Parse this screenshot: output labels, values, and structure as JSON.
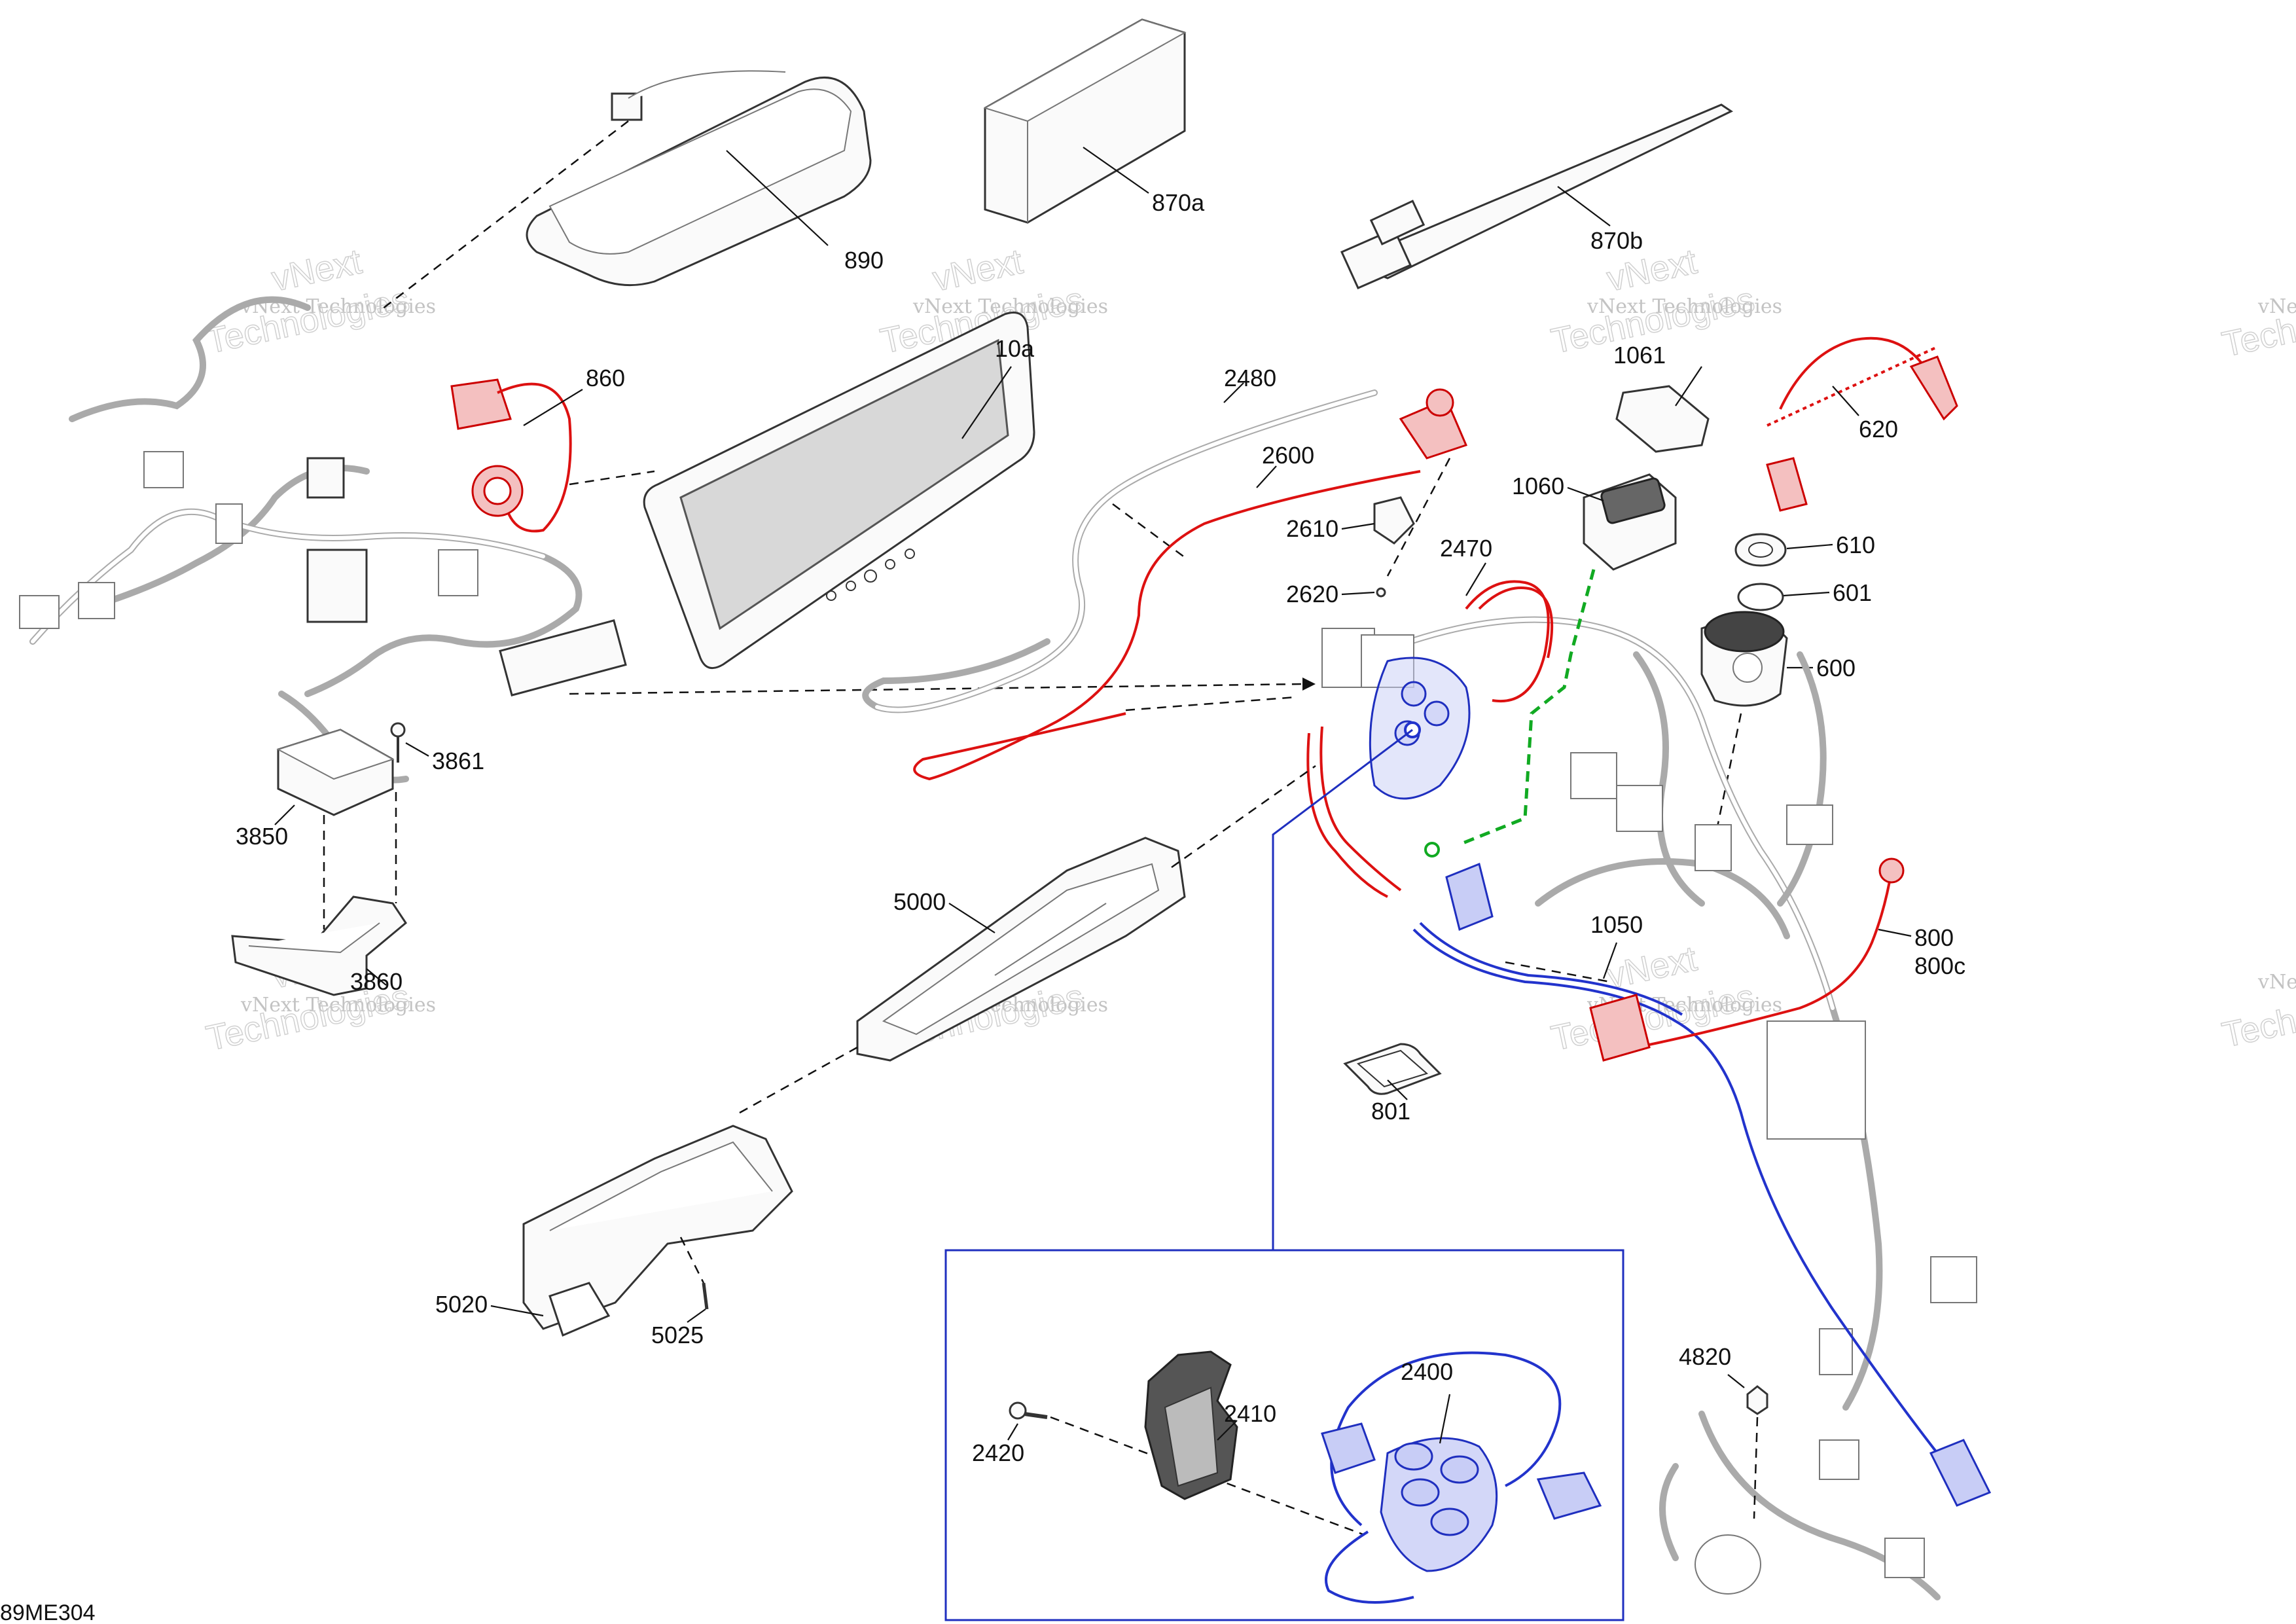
{
  "diagram_code": "89ME304",
  "watermark": {
    "line1": "vNext Technologies",
    "line2": "vNext",
    "line3": "Technologies"
  },
  "callouts": {
    "c890": "890",
    "c870a": "870a",
    "c870b": "870b",
    "c860": "860",
    "c10a": "10a",
    "c2480": "2480",
    "c2600": "2600",
    "c2610": "2610",
    "c2620": "2620",
    "c1061": "1061",
    "c620": "620",
    "c1060": "1060",
    "c2470": "2470",
    "c610": "610",
    "c601": "601",
    "c600": "600",
    "c3861": "3861",
    "c3850": "3850",
    "c3860": "3860",
    "c5000": "5000",
    "c1050": "1050",
    "c800": "800",
    "c800c": "800c",
    "c801": "801",
    "c5020": "5020",
    "c5025": "5025",
    "c4820": "4820",
    "c2400": "2400",
    "c2410": "2410",
    "c2420": "2420"
  },
  "colors": {
    "highlight_red": "#d11111",
    "highlight_blue": "#2233cc",
    "highlight_green": "#11aa22",
    "line": "#111111"
  }
}
